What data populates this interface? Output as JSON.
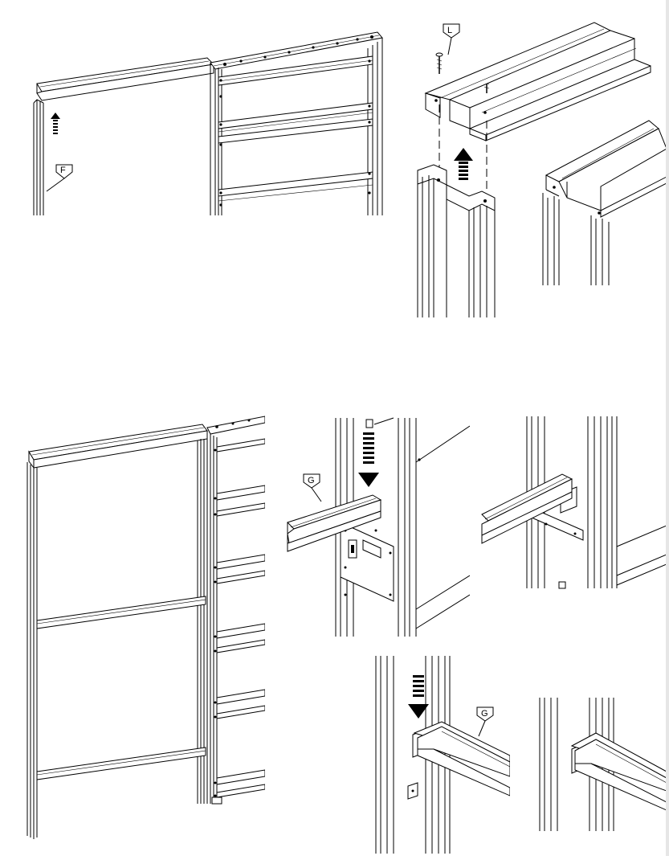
{
  "callouts": {
    "f": "F",
    "l": "L",
    "g1": "G",
    "g2": "G"
  },
  "icons": [
    "up-arrow",
    "down-arrow",
    "screw"
  ]
}
